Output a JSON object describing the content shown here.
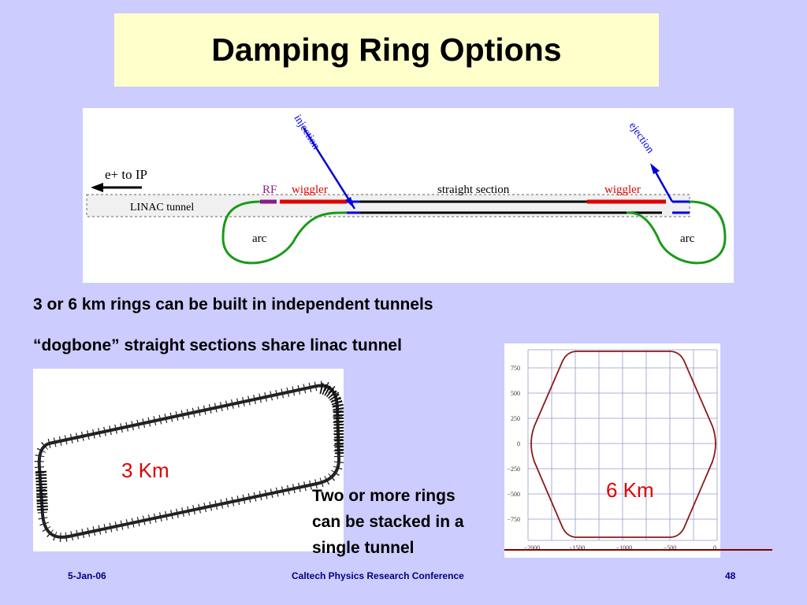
{
  "slide": {
    "title": "Damping Ring Options",
    "bullets": [
      "3 or 6 km rings can be built in independent tunnels",
      "“dogbone” straight sections share linac tunnel"
    ],
    "stack_note": [
      "Two or more  rings",
      "can be stacked in a",
      "single tunnel"
    ]
  },
  "dogbone_diagram": {
    "labels": {
      "e_to_ip": "e+ to IP",
      "injection": "injection",
      "ejection": "ejection",
      "rf": "RF",
      "wiggler_left": "wiggler",
      "straight_section": "straight section",
      "wiggler_right": "wiggler",
      "linac_tunnel": "LINAC tunnel",
      "arc_left": "arc",
      "arc_right": "arc"
    },
    "colors": {
      "arc": "#1a9a1a",
      "wiggler": "#e00000",
      "rf": "#8b1a8b",
      "kicker": "#0000dd"
    }
  },
  "ring_3km": {
    "label": "3 Km"
  },
  "ring_6km": {
    "label": "6 Km",
    "y_ticks": [
      "750",
      "500",
      "250",
      "0",
      "−250",
      "−500",
      "−750"
    ],
    "x_ticks": [
      "−2000",
      "−1500",
      "−1000",
      "−500",
      "0"
    ],
    "line_color": "#8b1a1a"
  },
  "footer": {
    "date": "5-Jan-06",
    "conference": "Caltech Physics Research Conference",
    "page": "48"
  }
}
